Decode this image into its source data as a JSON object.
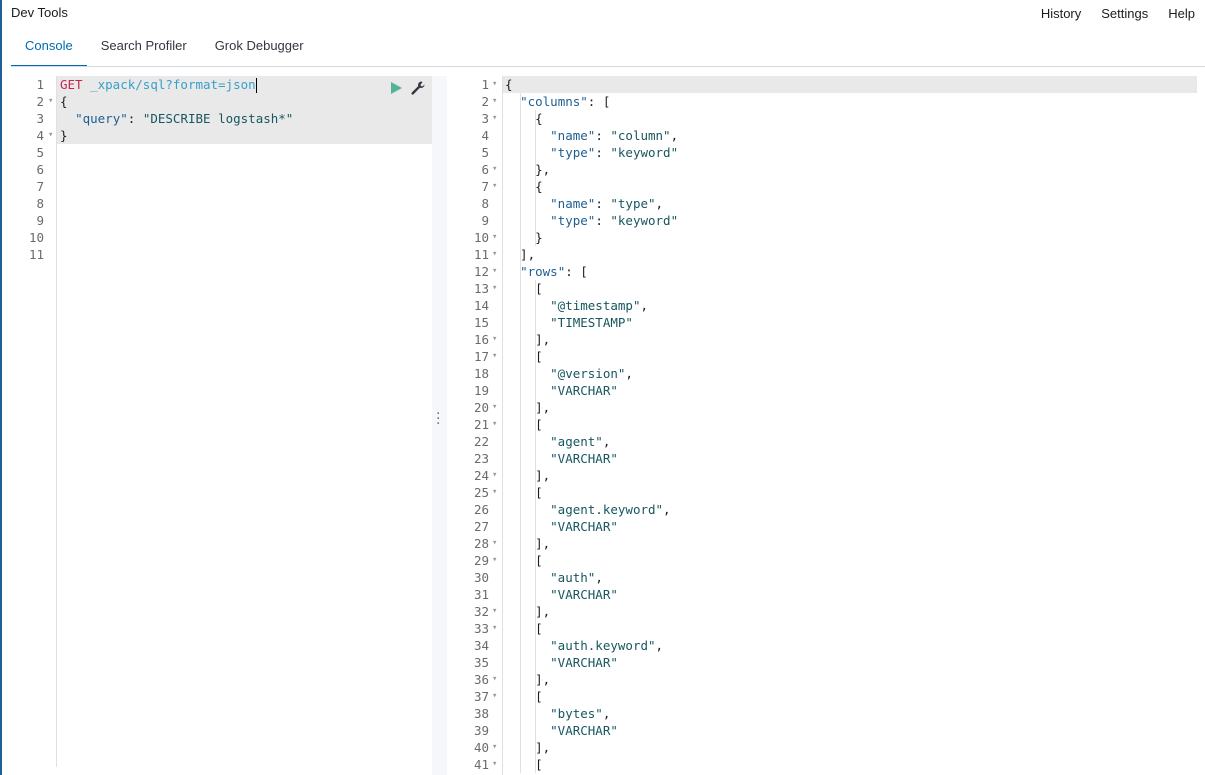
{
  "app": {
    "title": "Dev Tools"
  },
  "top_nav": [
    "History",
    "Settings",
    "Help"
  ],
  "tabs": [
    {
      "label": "Console",
      "active": true
    },
    {
      "label": "Search Profiler",
      "active": false
    },
    {
      "label": "Grok Debugger",
      "active": false
    }
  ],
  "request": {
    "method": "GET",
    "url": "_xpack/sql?format=json",
    "line_numbers": [
      "1",
      "2",
      "3",
      "4",
      "5",
      "6",
      "7",
      "8",
      "9",
      "10",
      "11"
    ],
    "body_key": "\"query\"",
    "body_value": "\"DESCRIBE logstash*\""
  },
  "response": {
    "lines": [
      "{",
      "  \"columns\": [",
      "    {",
      "      \"name\": \"column\",",
      "      \"type\": \"keyword\"",
      "    },",
      "    {",
      "      \"name\": \"type\",",
      "      \"type\": \"keyword\"",
      "    }",
      "  ],",
      "  \"rows\": [",
      "    [",
      "      \"@timestamp\",",
      "      \"TIMESTAMP\"",
      "    ],",
      "    [",
      "      \"@version\",",
      "      \"VARCHAR\"",
      "    ],",
      "    [",
      "      \"agent\",",
      "      \"VARCHAR\"",
      "    ],",
      "    [",
      "      \"agent.keyword\",",
      "      \"VARCHAR\"",
      "    ],",
      "    [",
      "      \"auth\",",
      "      \"VARCHAR\"",
      "    ],",
      "    [",
      "      \"auth.keyword\",",
      "      \"VARCHAR\"",
      "    ],",
      "    [",
      "      \"bytes\",",
      "      \"VARCHAR\"",
      "    ],",
      "    ["
    ],
    "fold_lines": [
      1,
      2,
      3,
      6,
      7,
      10,
      11,
      12,
      13,
      16,
      17,
      20,
      21,
      24,
      25,
      28,
      29,
      32,
      33,
      36,
      37,
      40,
      41
    ]
  },
  "icons": {
    "run": "play-icon",
    "settings": "wrench-icon"
  },
  "colors": {
    "accent": "#006bb4",
    "run_green": "#54b399",
    "method": "#c7254e",
    "url": "#36a0c8",
    "key": "#1f5e91",
    "string": "#17575e"
  }
}
